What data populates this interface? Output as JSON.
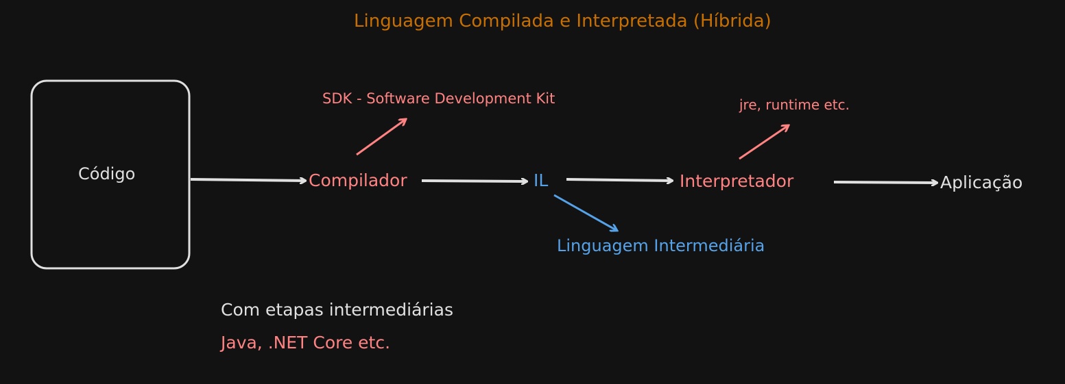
{
  "title": "Linguagem Compilada e Interpretada (Híbrida)",
  "nodes": {
    "code": "Código",
    "compiler": "Compilador",
    "il": "IL",
    "interpreter": "Interpretador",
    "application": "Aplicação"
  },
  "annotations": {
    "sdk": "SDK - Software Development Kit",
    "runtime": "jre, runtime etc.",
    "il_meaning": "Linguagem Intermediária"
  },
  "notes": {
    "line1": "Com etapas intermediárias",
    "line2": "Java, .NET Core etc."
  },
  "colors": {
    "background": "#121212",
    "title": "#c76f00",
    "accent_red": "#ff8383",
    "accent_blue": "#56a2e8",
    "stroke": "#e0e0e0"
  }
}
